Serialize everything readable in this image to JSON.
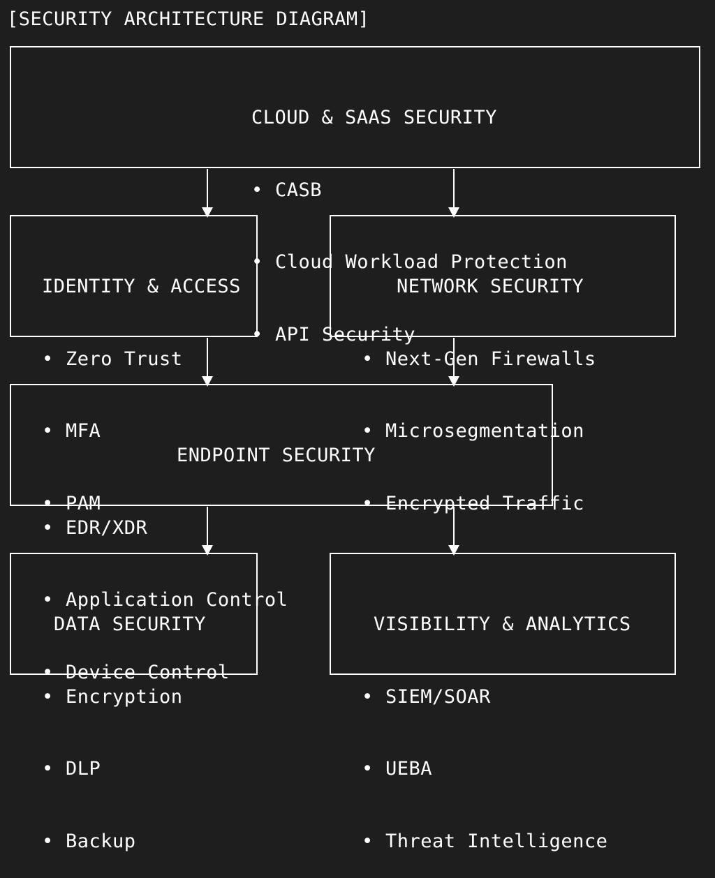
{
  "title": "[SECURITY ARCHITECTURE DIAGRAM]",
  "bullet_glyph": "•",
  "boxes": {
    "cloud": {
      "heading": "CLOUD & SAAS SECURITY",
      "items": [
        "CASB",
        "Cloud Workload Protection",
        "API Security"
      ]
    },
    "identity": {
      "heading": "IDENTITY & ACCESS",
      "items": [
        "Zero Trust",
        "MFA",
        "PAM"
      ]
    },
    "network": {
      "heading": "NETWORK SECURITY",
      "items": [
        "Next-Gen Firewalls",
        "Microsegmentation",
        "Encrypted Traffic"
      ]
    },
    "endpoint": {
      "heading": "ENDPOINT SECURITY",
      "items": [
        "EDR/XDR",
        "Application Control",
        "Device Control"
      ]
    },
    "data": {
      "heading": "DATA SECURITY",
      "items": [
        "Encryption",
        "DLP",
        "Backup"
      ]
    },
    "visibility": {
      "heading": "VISIBILITY & ANALYTICS",
      "items": [
        "SIEM/SOAR",
        "UEBA",
        "Threat Intelligence"
      ]
    }
  },
  "colors": {
    "background": "#1e1e1e",
    "foreground": "#ffffff"
  }
}
